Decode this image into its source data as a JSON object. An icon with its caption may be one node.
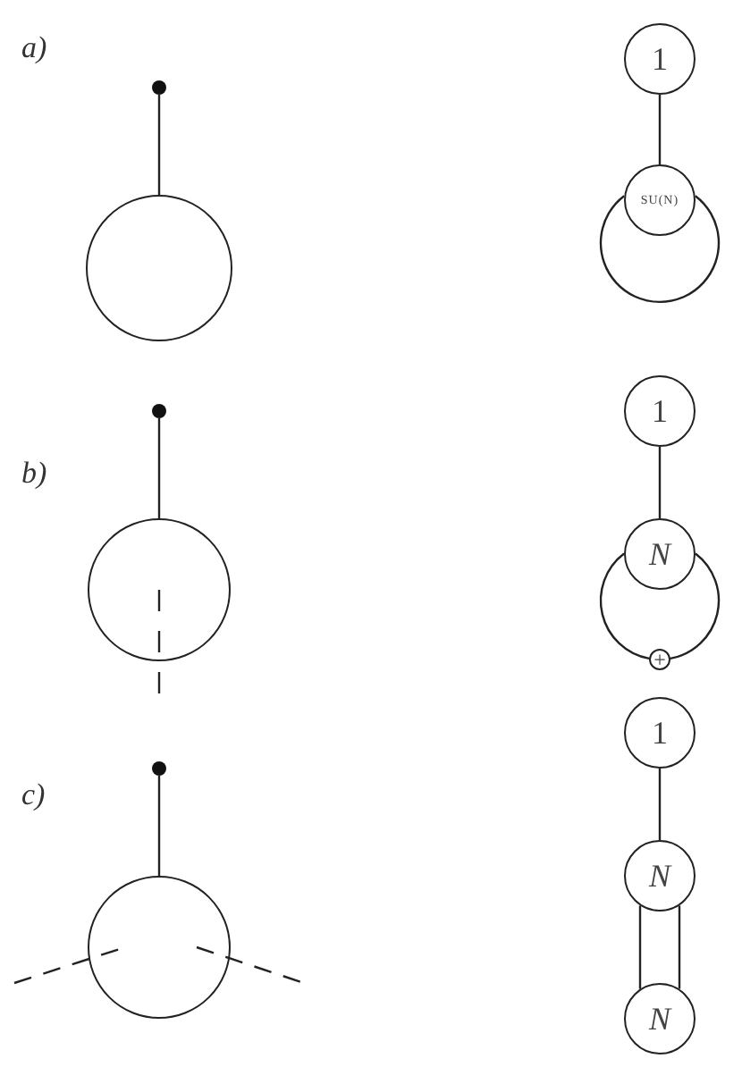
{
  "diagram": {
    "nodes": [
      {
        "text": [],
        "shape": "dot"
      },
      {
        "text": [],
        "shape": "circle"
      },
      {
        "text": [
          "1"
        ]
      },
      {
        "text": [
          "SU(N)"
        ]
      },
      {
        "text": [],
        "shape": "dot"
      },
      {
        "text": [],
        "shape": "circle"
      },
      {
        "text": [
          "1"
        ]
      },
      {
        "text": [
          "N"
        ]
      },
      {
        "text": [
          "+"
        ]
      },
      {
        "text": [],
        "shape": "dot"
      },
      {
        "text": [],
        "shape": "circle"
      },
      {
        "text": [
          "1"
        ]
      },
      {
        "text": [
          "N"
        ]
      },
      {
        "text": [
          "N"
        ]
      }
    ],
    "edges": [
      {
        "from": 0,
        "to": 1,
        "arrow": "none"
      },
      {
        "from": 2,
        "to": 3,
        "arrow": "none"
      },
      {
        "from": 3,
        "to": 3,
        "arrow": "none"
      },
      {
        "from": 4,
        "to": 5,
        "arrow": "none"
      },
      {
        "from": 6,
        "to": 7,
        "arrow": "none"
      },
      {
        "from": 7,
        "to": 8,
        "arrow": "none"
      },
      {
        "from": 8,
        "to": 7,
        "arrow": "none"
      },
      {
        "from": 9,
        "to": 10,
        "arrow": "none"
      },
      {
        "from": 11,
        "to": 12,
        "arrow": "none"
      },
      {
        "from": 12,
        "to": 13,
        "arrow": "none"
      },
      {
        "from": 12,
        "to": 13,
        "arrow": "none"
      }
    ],
    "labels": [
      "a)",
      "b)",
      "c)"
    ]
  }
}
